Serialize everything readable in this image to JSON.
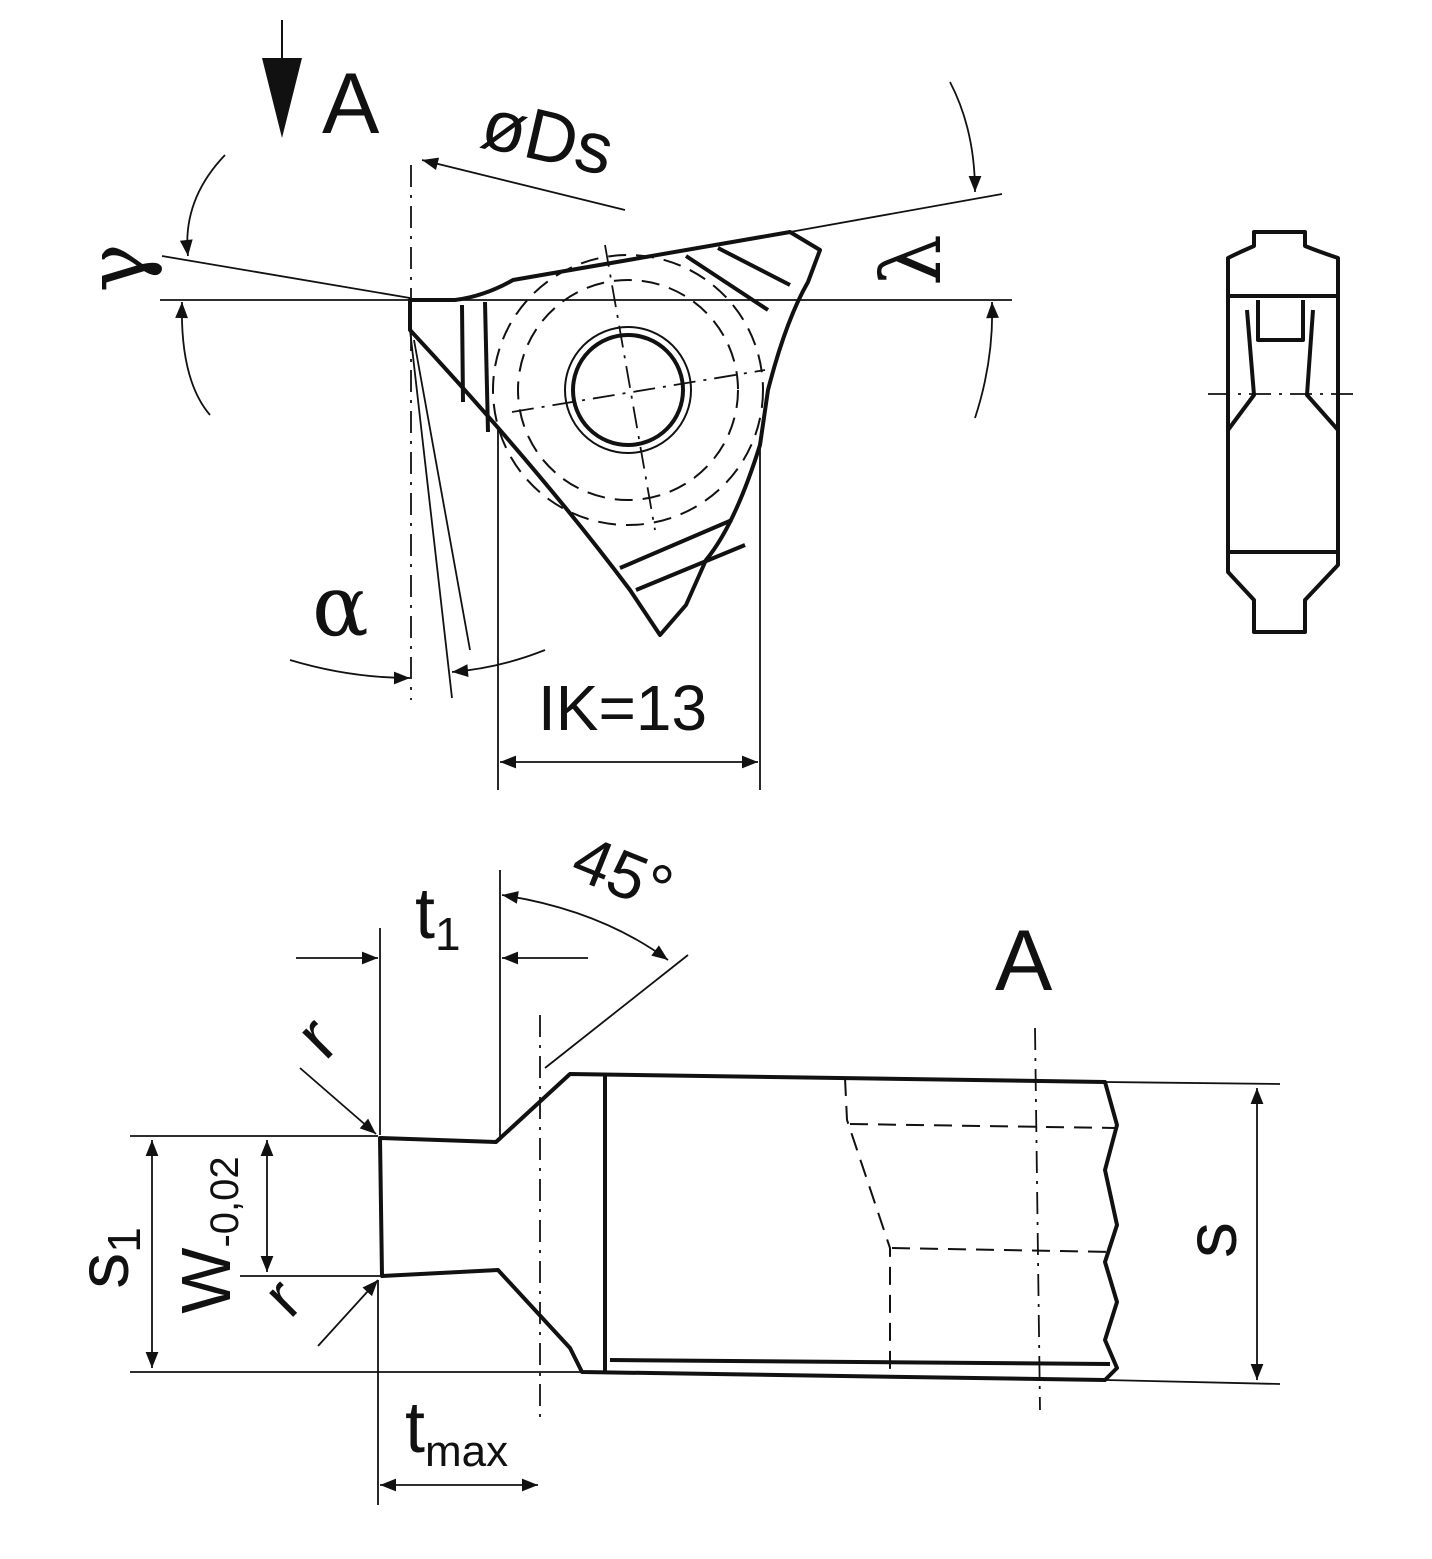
{
  "colors": {
    "insert_fill": "#f7f300",
    "line": "#111111",
    "background": "#ffffff"
  },
  "top_view": {
    "view_marker": "A",
    "diameter_label": "øDs",
    "rake_angle": "γ",
    "inclination_angle": "λ",
    "clearance_angle": "α",
    "ik_label": "IK=13"
  },
  "section_view": {
    "t1_main": "t",
    "t1_sub": "1",
    "angle_label": "45°",
    "section_marker": "A",
    "r_upper": "r",
    "r_lower": "r",
    "s1_main": "s",
    "s1_sub": "1",
    "w_main": "W",
    "w_sub": "-0,02",
    "s_label": "s",
    "tmax_main": "t",
    "tmax_sub": "max"
  }
}
